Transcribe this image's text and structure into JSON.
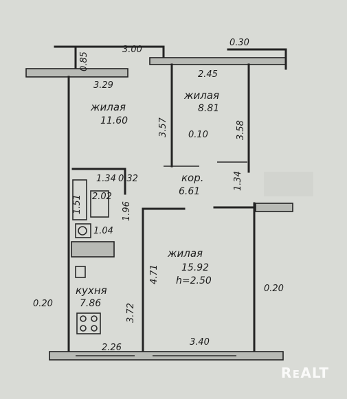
{
  "plan": {
    "rooms": [
      {
        "id": "living-1",
        "name": "жилая",
        "area": "11.60"
      },
      {
        "id": "living-2",
        "name": "жилая",
        "area": "8.81"
      },
      {
        "id": "corridor",
        "name": "кор.",
        "area": "6.61"
      },
      {
        "id": "living-3",
        "name": "жилая",
        "area": "15.92",
        "extra": "h=2.50"
      },
      {
        "id": "kitchen",
        "name": "кухня",
        "area": "7.86"
      },
      {
        "id": "bath",
        "area": "2.02"
      },
      {
        "id": "wc",
        "area": "1.04"
      }
    ],
    "dimensions": {
      "d300": "3.00",
      "d085": "0.85",
      "d030": "0.30",
      "d329": "3.29",
      "d245": "2.45",
      "d357": "3.57",
      "d358": "3.58",
      "d010": "0.10",
      "d134a": "1.34",
      "d032": "0.32",
      "d134b": "1.34",
      "d151": "1.51",
      "d196": "1.96",
      "d471": "4.71",
      "d372": "3.72",
      "d020a": "0.20",
      "d020b": "0.20",
      "d226": "2.26",
      "d340": "3.40"
    }
  },
  "watermark": "RᴇALT"
}
